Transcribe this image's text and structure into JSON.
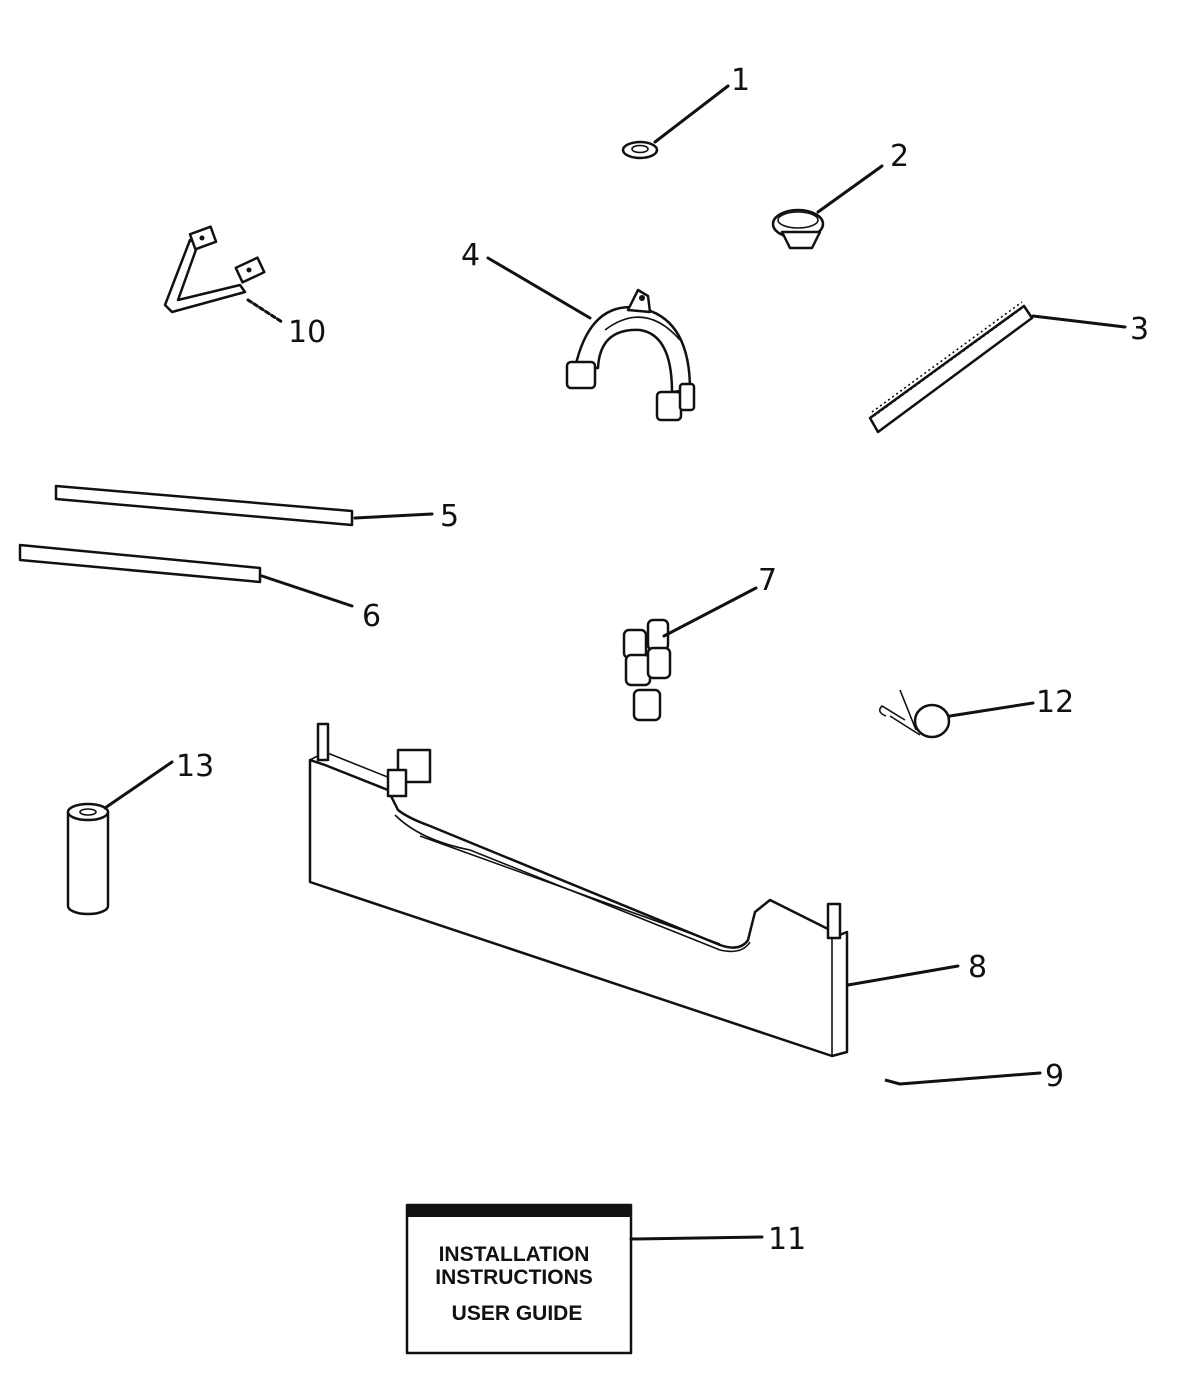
{
  "callouts": [
    {
      "id": "1",
      "label": "1"
    },
    {
      "id": "2",
      "label": "2"
    },
    {
      "id": "3",
      "label": "3"
    },
    {
      "id": "4",
      "label": "4"
    },
    {
      "id": "5",
      "label": "5"
    },
    {
      "id": "6",
      "label": "6"
    },
    {
      "id": "7",
      "label": "7"
    },
    {
      "id": "8",
      "label": "8"
    },
    {
      "id": "9",
      "label": "9"
    },
    {
      "id": "10",
      "label": "10"
    },
    {
      "id": "11",
      "label": "11"
    },
    {
      "id": "12",
      "label": "12"
    },
    {
      "id": "13",
      "label": "13"
    }
  ],
  "booklet": {
    "line1": "INSTALLATION",
    "line2": "INSTRUCTIONS",
    "line3": "USER GUIDE"
  }
}
